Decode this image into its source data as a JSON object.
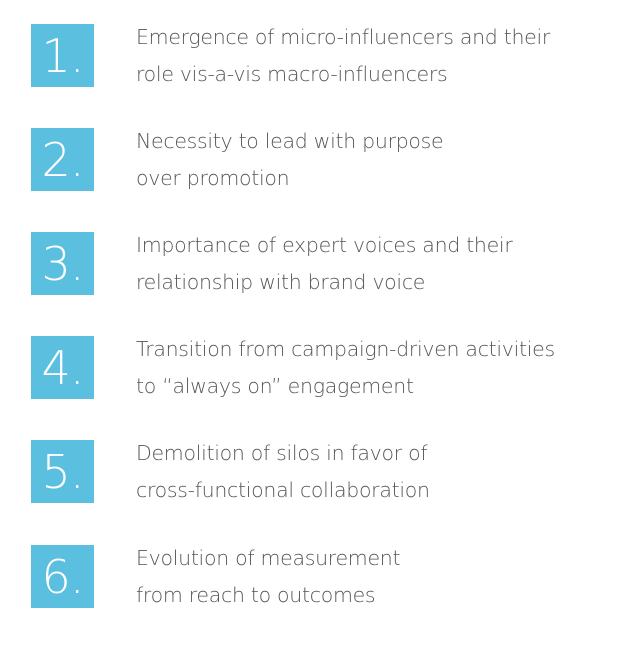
{
  "accent_color": "#5bbfe0",
  "text_color": "#555555",
  "items": [
    {
      "number": "1.",
      "line1": "Emergence of micro-influencers and their",
      "line2": "role vis-a-vis macro-influencers"
    },
    {
      "number": "2.",
      "line1": "Necessity to lead with purpose",
      "line2": "over promotion"
    },
    {
      "number": "3.",
      "line1": "Importance of expert voices and their",
      "line2": "relationship with brand voice"
    },
    {
      "number": "4.",
      "line1": "Transition from campaign-driven activities",
      "line2": "to “always on” engagement"
    },
    {
      "number": "5.",
      "line1": "Demolition of silos in favor of",
      "line2": "cross-functional collaboration"
    },
    {
      "number": "6.",
      "line1": "Evolution of measurement",
      "line2": "from reach to outcomes"
    }
  ]
}
